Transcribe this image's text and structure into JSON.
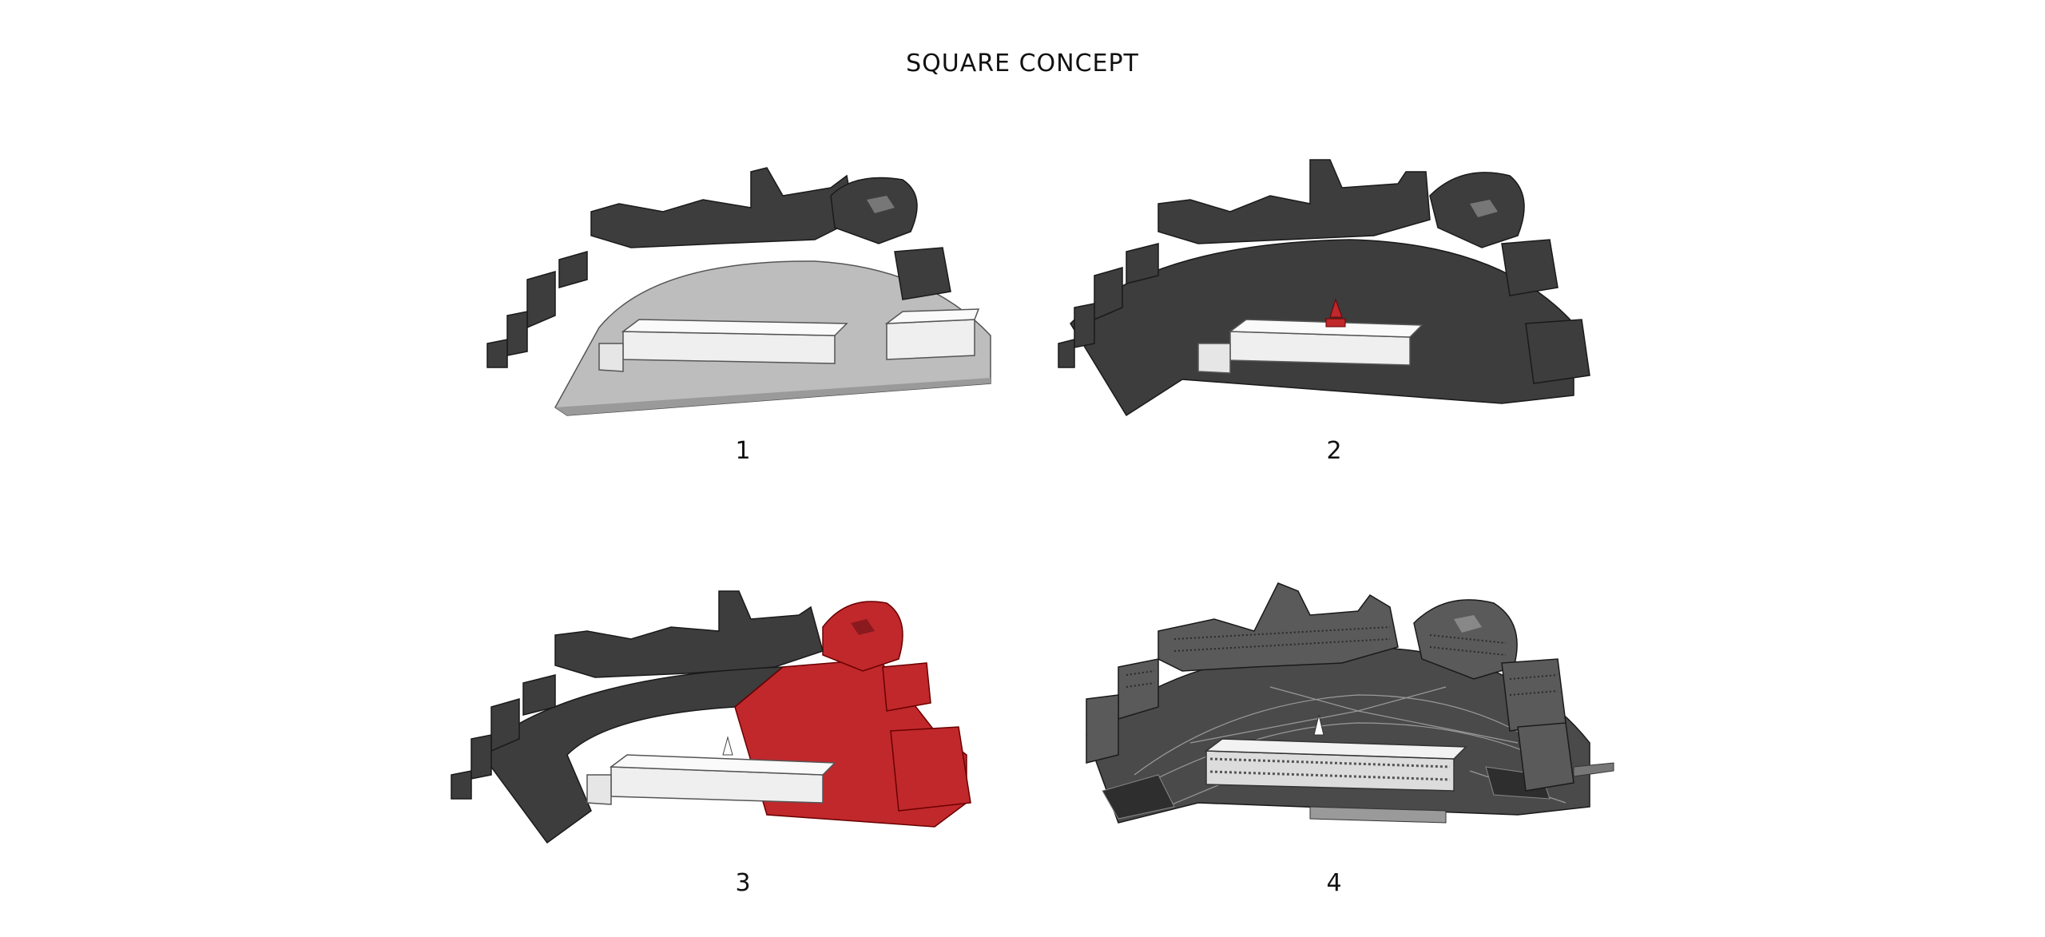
{
  "title": "SQUARE CONCEPT",
  "panels": [
    {
      "label": "1"
    },
    {
      "label": "2"
    },
    {
      "label": "3"
    },
    {
      "label": "4"
    }
  ],
  "colors": {
    "building_dark": "#3d3d3d",
    "building_side": "#2b2b2b",
    "square_light": "#bdbdbd",
    "palace_white": "#efefef",
    "accent_red": "#c0282c",
    "detail_grey": "#7a7a7a"
  }
}
